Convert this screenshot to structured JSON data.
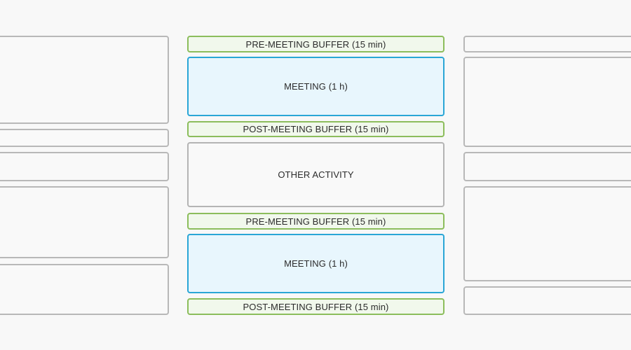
{
  "schedule": {
    "blocks": [
      {
        "kind": "buffer",
        "label": "PRE-MEETING BUFFER (15 min)"
      },
      {
        "kind": "meeting",
        "label": "MEETING (1 h)"
      },
      {
        "kind": "buffer",
        "label": "POST-MEETING BUFFER (15 min)"
      },
      {
        "kind": "other",
        "label": "OTHER ACTIVITY"
      },
      {
        "kind": "buffer",
        "label": "PRE-MEETING BUFFER (15 min)"
      },
      {
        "kind": "meeting",
        "label": "MEETING (1 h)"
      },
      {
        "kind": "buffer",
        "label": "POST-MEETING BUFFER (15 min)"
      }
    ]
  },
  "colors": {
    "background": "#f8f8f8",
    "buffer_fill": "#f1f8ec",
    "buffer_border": "#8cbd5c",
    "meeting_fill": "#e8f6fd",
    "meeting_border": "#2aa6d6",
    "neutral_border": "#b8b8b8"
  }
}
